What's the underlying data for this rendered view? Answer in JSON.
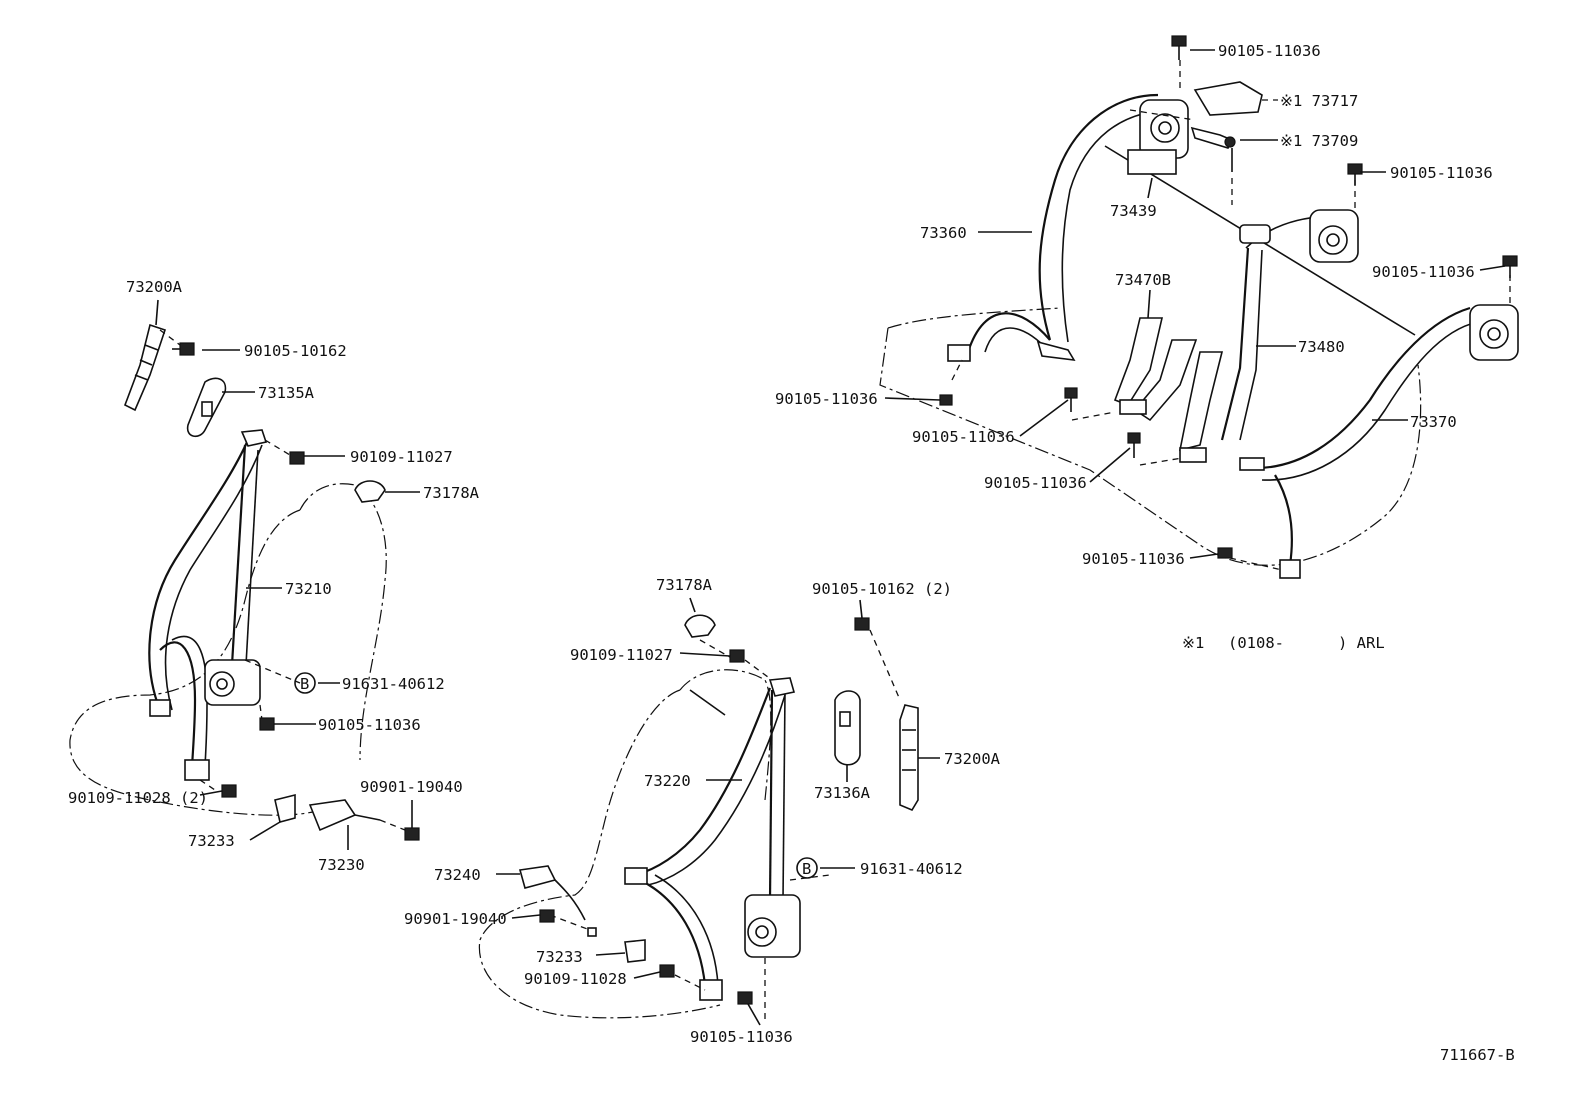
{
  "labels": {
    "p1": "90105-11036",
    "p2": "※1 73717",
    "p3": "※1 73709",
    "p4": "90105-11036",
    "p5": "73439",
    "p6": "73360",
    "p7": "90105-11036",
    "p8": "73470B",
    "p9": "73480",
    "p10": "90105-11036",
    "p11": "73370",
    "p12": "90105-11036",
    "p13": "90105-11036",
    "p14": "90105-11036",
    "p15": "73200A",
    "p16": "90105-10162",
    "p17": "73135A",
    "p18": "90109-11027",
    "p19": "73178A",
    "p20": "73210",
    "p21": "91631-40612",
    "p22": "90105-11036",
    "p23": "90901-19040",
    "p24": "90109-11028 (2)",
    "p25": "73233",
    "p26": "73230",
    "p27": "73178A",
    "p28": "90105-10162 (2)",
    "p29": "90109-11027",
    "p30": "73220",
    "p31": "73136A",
    "p32": "73200A",
    "p33": "91631-40612",
    "p34": "73240",
    "p35": "90901-19040",
    "p36": "73233",
    "p37": "90109-11028",
    "p38": "90105-11036",
    "b1": "B",
    "b2": "B"
  },
  "note": {
    "mark": "※1",
    "range": "(0108-",
    "suffix": ") ARL"
  },
  "figure_id": "711667-B"
}
